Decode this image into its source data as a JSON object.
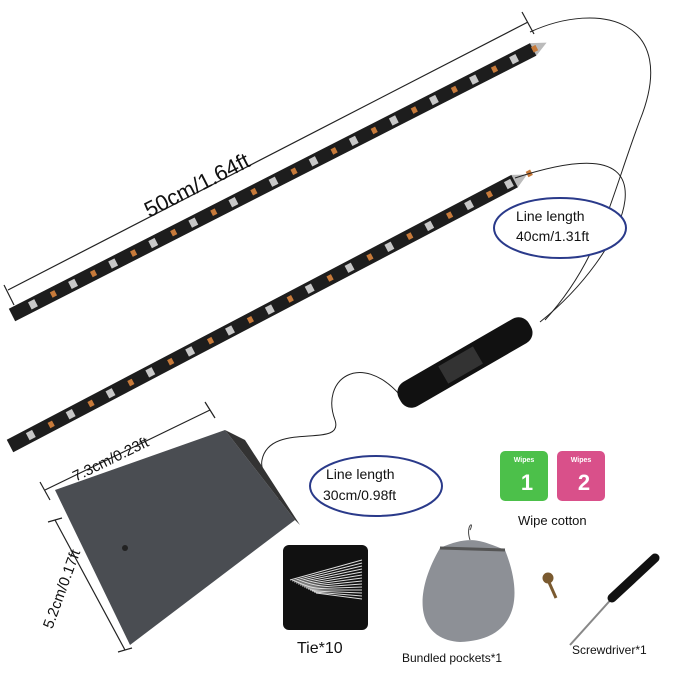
{
  "labels": {
    "strip_length": "50cm/1.64ft",
    "line_length_1_title": "Line length",
    "line_length_1_value": "40cm/1.31ft",
    "line_length_2_title": "Line length",
    "line_length_2_value": "30cm/0.98ft",
    "box_width": "7.3cm/0.23ft",
    "box_height": "5.2cm/0.17ft",
    "tie": "Tie*10",
    "bag": "Bundled pockets*1",
    "screwdriver": "Screwdriver*1",
    "wipes": "Wipe cotton",
    "wipe_1_text": "Wipes",
    "wipe_1_num": "1",
    "wipe_2_text": "Wipes",
    "wipe_2_num": "2"
  },
  "colors": {
    "strip": "#1d1d1d",
    "led": "#c8c8c8",
    "copper": "#c77a3a",
    "bubble": "#2a3a8a",
    "box": "#4a4d52",
    "wipe1": "#4cc04a",
    "wipe2": "#d9508a"
  }
}
